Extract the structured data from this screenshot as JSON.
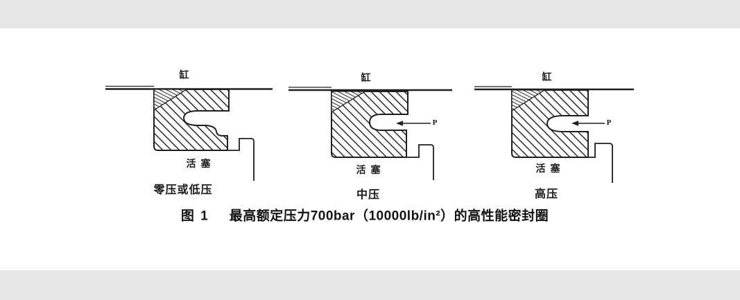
{
  "colors": {
    "chrome_gray": "#e6e6e6",
    "paper": "#ffffff",
    "ink": "#1f1f1f"
  },
  "figure": {
    "caption": {
      "number": "图 1",
      "title": "最高额定压力700bar（10000lb/in²）的高性能密封圈"
    },
    "diagrams": [
      {
        "cylinder_label": "缸",
        "piston_label": "活塞",
        "pressure_label": "零压或低压",
        "pressure_arrow_label": ""
      },
      {
        "cylinder_label": "缸",
        "piston_label": "活塞",
        "pressure_label": "中压",
        "pressure_arrow_label": "P"
      },
      {
        "cylinder_label": "缸",
        "piston_label": "活塞",
        "pressure_label": "高压",
        "pressure_arrow_label": "P"
      }
    ]
  }
}
